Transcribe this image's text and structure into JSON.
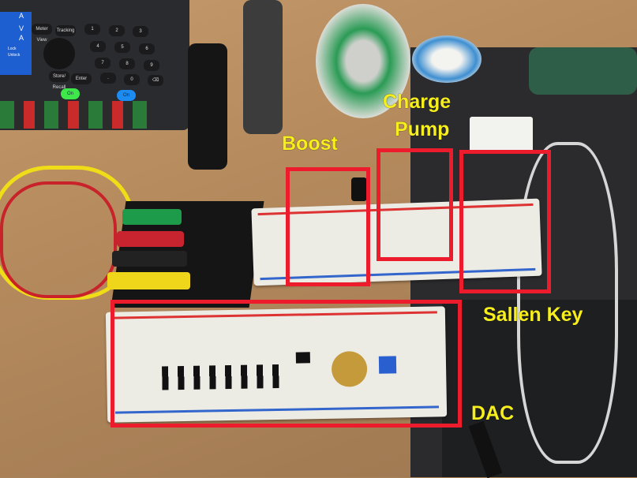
{
  "annotations": {
    "boost": "Boost",
    "charge_pump": "Charge\nPump",
    "charge_pump_line1": "Charge",
    "charge_pump_line2": "Pump",
    "sallen_key": "Sallen Key",
    "dac": "DAC"
  },
  "power_supply": {
    "screen_units": [
      "A",
      "V",
      "A"
    ],
    "lock_label": "Lock",
    "unlock_label": "Unlock",
    "meter_view": "Meter View",
    "tracking": "Tracking",
    "store_recall": "Store/ Recall",
    "enter": "Enter",
    "keys": [
      "1",
      "2",
      "3",
      "4",
      "5",
      "6",
      "7",
      "8",
      "9",
      ".",
      "0",
      "⌫"
    ],
    "on_label": "On"
  },
  "colors": {
    "box": "#ec1c2c",
    "label": "#f7ee1e"
  }
}
